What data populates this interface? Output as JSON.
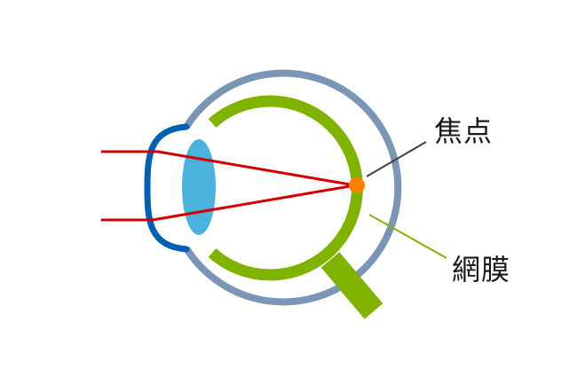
{
  "diagram": {
    "title": "Eye focal point diagram",
    "labels": {
      "focal_point": "焦点",
      "retina": "網膜"
    },
    "colors": {
      "sclera": "#7b95b6",
      "retina": "#80b300",
      "cornea": "#0060b0",
      "lens": "#4bb2de",
      "light_rays": "#d40000",
      "focal_point": "#ff7f00",
      "focal_leader": "#404040",
      "retina_leader": "#80b300"
    }
  }
}
